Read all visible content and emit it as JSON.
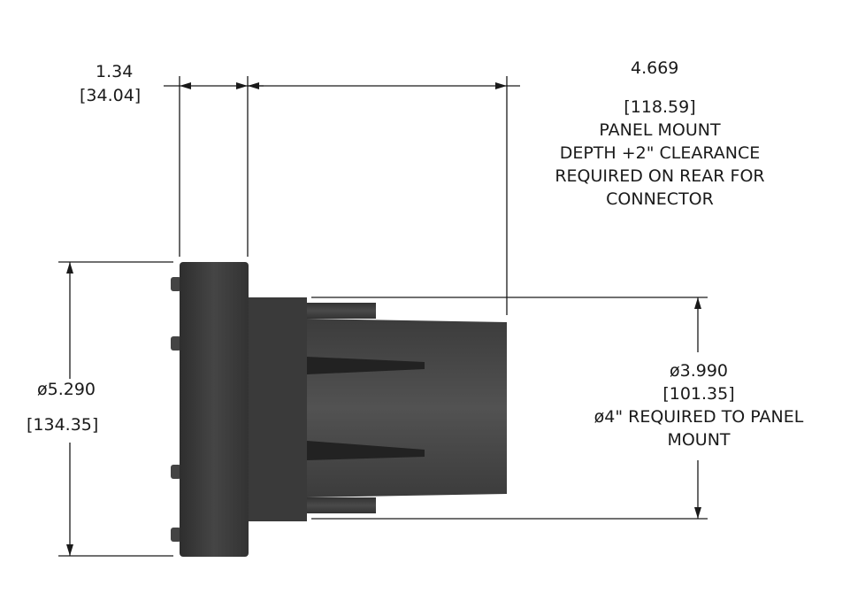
{
  "dimensions": {
    "flange_thickness": {
      "inch": "1.34",
      "mm": "[34.04]"
    },
    "panel_depth": {
      "inch": "4.669",
      "mm": "[118.59]",
      "note_lines": [
        "PANEL MOUNT",
        "DEPTH +2\" CLEARANCE",
        "REQUIRED ON REAR FOR",
        "CONNECTOR"
      ]
    },
    "flange_diameter": {
      "inch": "ø5.290",
      "mm": "[134.35]"
    },
    "body_diameter": {
      "inch": "ø3.990",
      "mm": "[101.35]",
      "note_lines": [
        "ø4\" REQUIRED TO PANEL",
        "MOUNT"
      ]
    }
  },
  "colors": {
    "line": "#1a1a1a",
    "part_dark": "#3a3a3a",
    "part_mid": "#4a4a4a",
    "part_light": "#555555"
  }
}
